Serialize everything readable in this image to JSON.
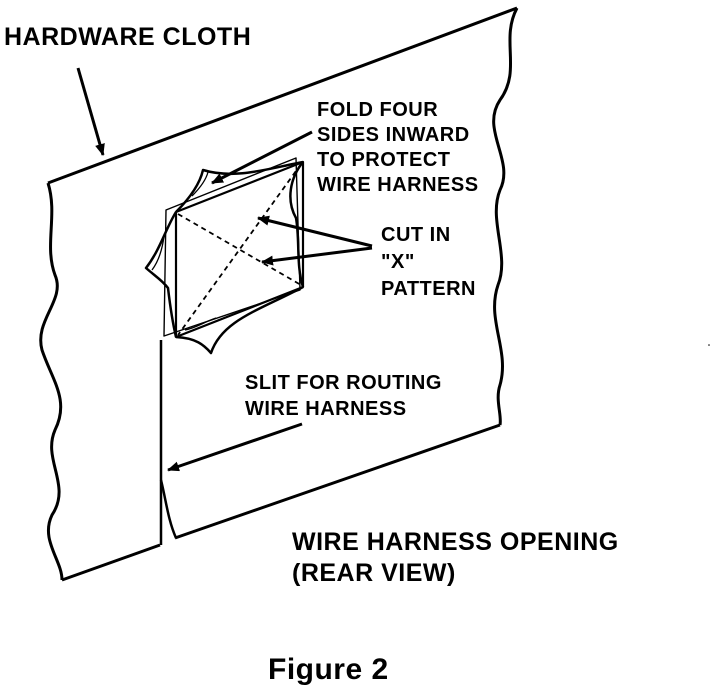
{
  "labels": {
    "hardware_cloth": "HARDWARE CLOTH",
    "fold": [
      "FOLD FOUR",
      "SIDES INWARD",
      "TO PROTECT",
      "WIRE HARNESS"
    ],
    "cut": [
      "CUT IN",
      "\"X\"",
      "PATTERN"
    ],
    "slit": [
      "SLIT FOR ROUTING",
      "WIRE HARNESS"
    ],
    "title": [
      "WIRE HARNESS OPENING",
      "(REAR VIEW)"
    ],
    "caption": "Figure 2"
  },
  "colors": {
    "ink": "#000000",
    "background": "#ffffff"
  }
}
